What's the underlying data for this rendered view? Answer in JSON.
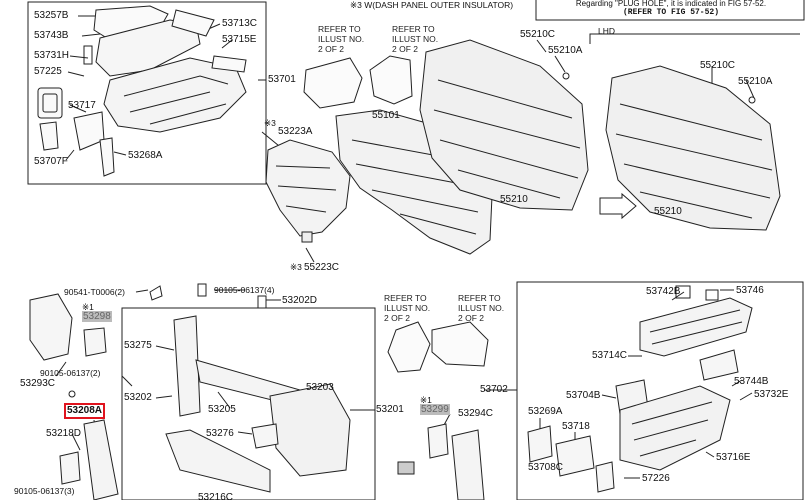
{
  "header": {
    "note": "※3 W(DASH PANEL OUTER INSULATOR)",
    "regarding": "Regarding \"PLUG HOLE\", it is indicated in FIG 57-52.",
    "refer_fig": "(REFER TO FIG 57-52)"
  },
  "refer_text": "REFER TO\nILLUST NO.\n2 OF 2",
  "lhd": "LHD",
  "highlight": "53208A",
  "parts": {
    "p53257B": "53257B",
    "p53743B": "53743B",
    "p53731H": "53731H",
    "p57225": "57225",
    "p53717": "53717",
    "p53707F": "53707F",
    "p53713C": "53713C",
    "p53715E": "53715E",
    "p53701": "53701",
    "p53268A": "53268A",
    "p53223A": "53223A",
    "p55101": "55101",
    "p55223C": "55223C",
    "p55210C_a": "55210C",
    "p55210A_a": "55210A",
    "p55210_a": "55210",
    "p55210C_b": "55210C",
    "p55210A_b": "55210A",
    "p55210_b": "55210",
    "p90541": "90541-T0006(2)",
    "p90105a": "90105-06137(4)",
    "p53202D": "53202D",
    "p53298": "53298",
    "p53275": "53275",
    "p53293C": "53293C",
    "p90105b": "90105-06137(2)",
    "p53202": "53202",
    "p53205": "53205",
    "p53203": "53203",
    "p53201": "53201",
    "p53276": "53276",
    "p53218D": "53218D",
    "p90105c": "90105-06137(3)",
    "p53702": "53702",
    "p53299": "53299",
    "p53294C": "53294C",
    "p53742B": "53742B",
    "p53746": "53746",
    "p53714C": "53714C",
    "p53744B": "53744B",
    "p53704B": "53704B",
    "p53732E": "53732E",
    "p53269A": "53269A",
    "p53718": "53718",
    "p53708C": "53708C",
    "p57226": "57226",
    "p53716E": "53716E",
    "p53216C": "53216C"
  },
  "marks": {
    "m3a": "※3",
    "m3b": "※3",
    "m1a": "※1",
    "m1b": "※1"
  }
}
